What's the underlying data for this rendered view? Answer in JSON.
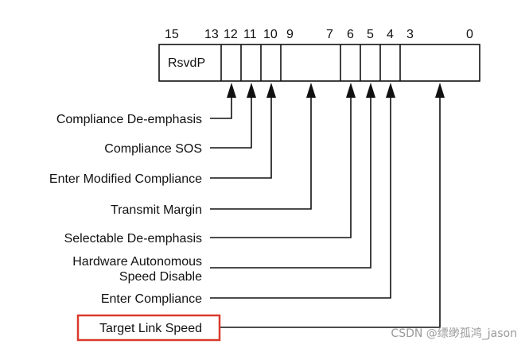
{
  "register": {
    "bit_numbers": [
      "15",
      "13",
      "12",
      "11",
      "10",
      "9",
      "7",
      "6",
      "5",
      "4",
      "3",
      "0"
    ],
    "reserved_field_label": "RsvdP"
  },
  "fields": [
    {
      "id": "compliance-de-emphasis",
      "label": "Compliance De-emphasis"
    },
    {
      "id": "compliance-sos",
      "label": "Compliance SOS"
    },
    {
      "id": "enter-modified-compliance",
      "label": "Enter Modified Compliance"
    },
    {
      "id": "transmit-margin",
      "label": "Transmit Margin"
    },
    {
      "id": "selectable-de-emphasis",
      "label": "Selectable De-emphasis"
    },
    {
      "id": "hardware-autonomous-speed-disable",
      "label_line1": "Hardware Autonomous",
      "label_line2": "Speed Disable"
    },
    {
      "id": "enter-compliance",
      "label": "Enter Compliance"
    },
    {
      "id": "target-link-speed",
      "label": "Target Link Speed",
      "highlighted": true
    }
  ],
  "colors": {
    "line": "#111111",
    "highlight": "#d93a2b",
    "watermark": "#9a9a9a"
  },
  "watermark": "CSDN @缥缈孤鸿_jason"
}
